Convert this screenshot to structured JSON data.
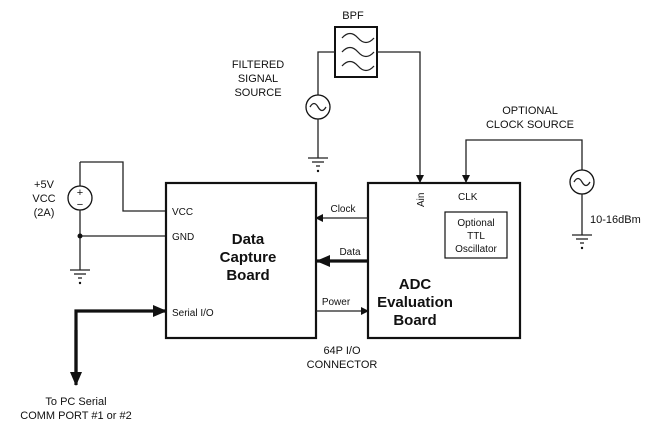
{
  "labels": {
    "bpf": "BPF",
    "filtered_line1": "FILTERED",
    "filtered_line2": "SIGNAL",
    "filtered_line3": "SOURCE",
    "optional_line1": "OPTIONAL",
    "optional_line2": "CLOCK SOURCE",
    "supply_line1": "+5V",
    "supply_line2": "VCC",
    "supply_line3": "(2A)",
    "clock_freq": "10-16dBm",
    "connector_line1": "64P I/O",
    "connector_line2": "CONNECTOR",
    "pc_line1": "To PC Serial",
    "pc_line2": "COMM PORT #1 or #2"
  },
  "capture_board": {
    "title_line1": "Data",
    "title_line2": "Capture",
    "title_line3": "Board",
    "pin_vcc": "VCC",
    "pin_gnd": "GND",
    "pin_serial": "Serial I/O"
  },
  "adc_board": {
    "title_line1": "ADC",
    "title_line2": "Evaluation",
    "title_line3": "Board",
    "pin_ain": "Ain",
    "pin_clk": "CLK",
    "osc_line1": "Optional",
    "osc_line2": "TTL",
    "osc_line3": "Oscillator"
  },
  "signals": {
    "clock": "Clock",
    "data": "Data",
    "power": "Power"
  },
  "symbols": {
    "plus": "+",
    "minus": "−"
  }
}
